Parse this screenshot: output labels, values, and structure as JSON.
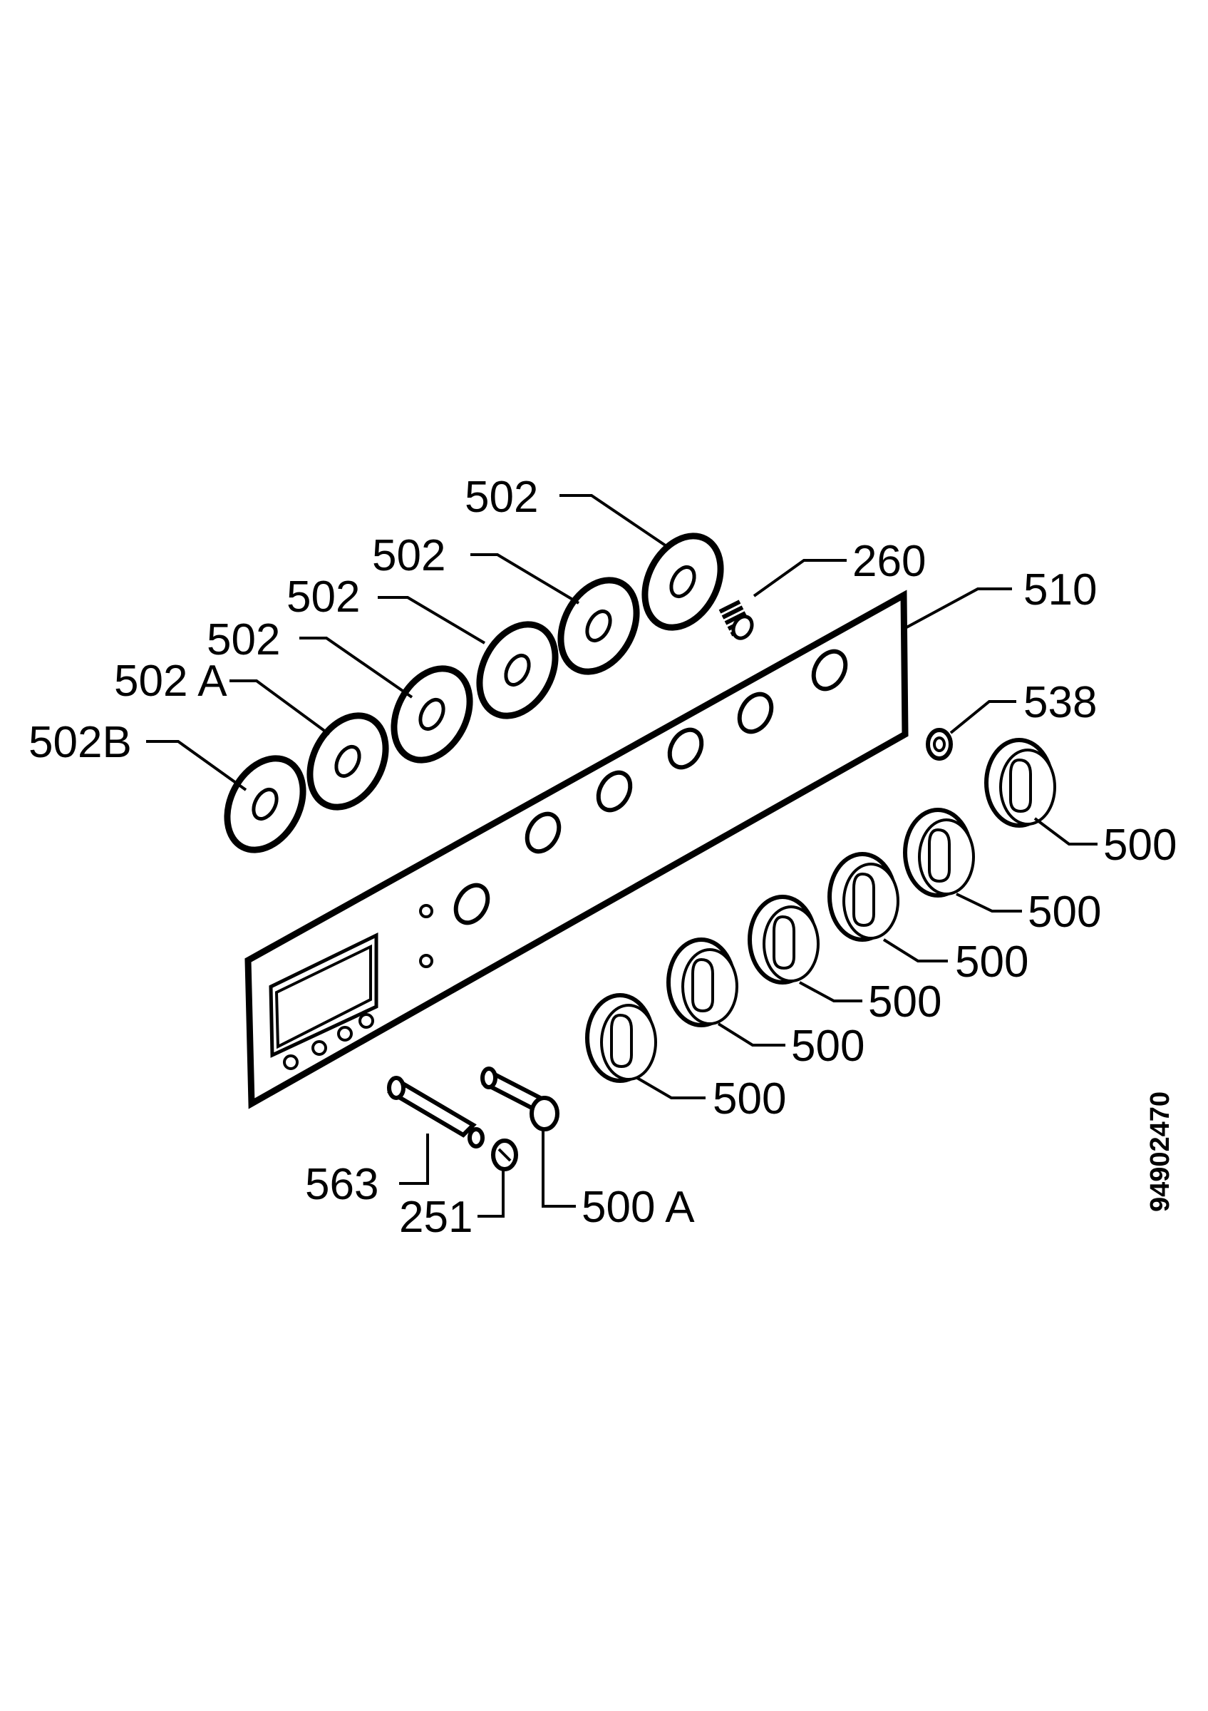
{
  "callouts": {
    "washer_1": "502",
    "washer_2": "502",
    "washer_3": "502",
    "washer_4": "502",
    "washer_a": "502 A",
    "washer_b": "502B",
    "spring": "260",
    "panel": "510",
    "nut": "538",
    "knob_1": "500",
    "knob_2": "500",
    "knob_3": "500",
    "knob_4": "500",
    "knob_5": "500",
    "knob_6": "500",
    "spindle_a": "500 A",
    "shaft": "563",
    "button": "251"
  },
  "drawing_number": "94902470"
}
